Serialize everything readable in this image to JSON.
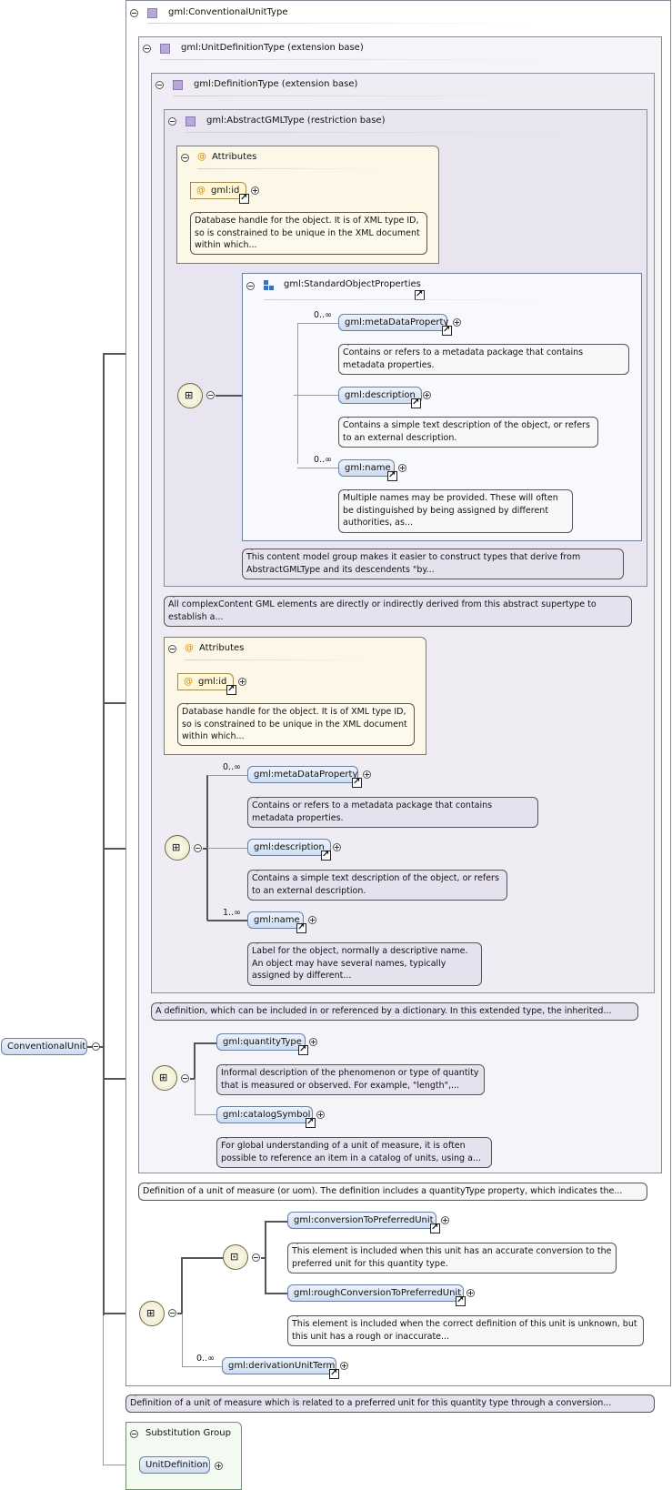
{
  "root": {
    "element": "ConventionalUnit"
  },
  "types": {
    "conventional": "gml:ConventionalUnitType",
    "unitdef": "gml:UnitDefinitionType (extension base)",
    "def": "gml:DefinitionType (extension base)",
    "abstract": "gml:AbstractGMLType (restriction base)"
  },
  "attributes_label": "Attributes",
  "attr_inner": {
    "name": "gml:id",
    "doc": "Database handle for the object. It is of XML type ID, so is constrained to be unique in the XML document within which..."
  },
  "std_group": {
    "name": "gml:StandardObjectProperties",
    "items": [
      {
        "name": "gml:metaDataProperty",
        "occ": "0..∞",
        "doc": "Contains or refers to a metadata package that contains metadata properties."
      },
      {
        "name": "gml:description",
        "occ": "",
        "doc": "Contains a simple text description of the object, or refers to an external description."
      },
      {
        "name": "gml:name",
        "occ": "0..∞",
        "doc": "Multiple names may be provided. These will often be distinguished by being assigned by different authorities, as..."
      }
    ],
    "doc": "This content model group makes it easier to construct types that derive from AbstractGMLType and its descendents \"by..."
  },
  "abstract_doc": "All complexContent GML elements are directly or indirectly derived from this abstract supertype to establish a...",
  "attr_def": {
    "name": "gml:id",
    "doc": "Database handle for the object. It is of XML type ID, so is constrained to be unique in the XML document within which..."
  },
  "def_seq": [
    {
      "name": "gml:metaDataProperty",
      "occ": "0..∞",
      "doc": "Contains or refers to a metadata package that contains metadata properties."
    },
    {
      "name": "gml:description",
      "occ": "",
      "doc": "Contains a simple text description of the object, or refers to an external description."
    },
    {
      "name": "gml:name",
      "occ": "1..∞",
      "doc": "Label for the object, normally a descriptive name. An object may have several names, typically assigned by different..."
    }
  ],
  "def_doc": "A definition, which can be included in or referenced by a dictionary. In this extended type, the inherited...",
  "unit_seq": [
    {
      "name": "gml:quantityType",
      "doc": "Informal description of the phenomenon or type of quantity that is measured or observed. For example, \"length\",..."
    },
    {
      "name": "gml:catalogSymbol",
      "doc": "For global understanding of a unit of measure, it is often possible to reference an item in a catalog of units, using a..."
    }
  ],
  "unitdef_doc": "Definition of a unit of measure (or uom). The definition includes a quantityType property, which indicates the...",
  "conv_choice": [
    {
      "name": "gml:conversionToPreferredUnit",
      "doc": "This element is included when this unit has an accurate conversion to the preferred unit for this quantity type."
    },
    {
      "name": "gml:roughConversionToPreferredUnit",
      "doc": "This element is included when the correct definition of this unit is unknown, but this unit has a rough or inaccurate..."
    }
  ],
  "derivation": {
    "name": "gml:derivationUnitTerm",
    "occ": "0..∞"
  },
  "conv_doc": "Definition of a unit of measure which is related to a preferred unit for this quantity type through a conversion...",
  "subst": {
    "label": "Substitution Group",
    "element": "UnitDefinition"
  }
}
